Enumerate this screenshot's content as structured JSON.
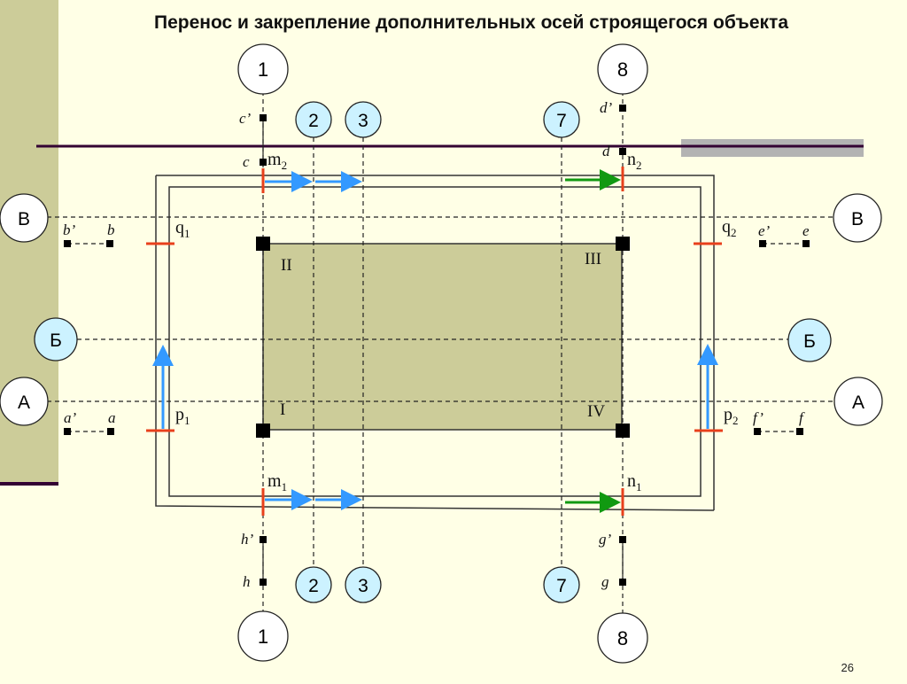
{
  "slide": {
    "title": "Перенос и закрепление дополнительных осей строящегося объекта",
    "page_number": "26"
  },
  "colors": {
    "background": "#FFFFE6",
    "sidebar": "#CCCC99",
    "building_fill": "#CCCC99",
    "axis_bubble_main": "#FFFFFF",
    "axis_bubble_aux": "#CCF2FF",
    "fixing_tick": "#E8401C",
    "arrow_blue": "#3399FF",
    "arrow_green": "#119911",
    "rule_line": "#330033",
    "grey_band": "#B3B3B3"
  },
  "axes": {
    "vertical": [
      {
        "id": "1",
        "kind": "main"
      },
      {
        "id": "2",
        "kind": "aux"
      },
      {
        "id": "3",
        "kind": "aux"
      },
      {
        "id": "7",
        "kind": "aux"
      },
      {
        "id": "8",
        "kind": "main"
      }
    ],
    "horizontal": [
      {
        "id": "В",
        "kind": "main"
      },
      {
        "id": "Б",
        "kind": "aux"
      },
      {
        "id": "А",
        "kind": "main"
      }
    ]
  },
  "corners": [
    "I",
    "II",
    "III",
    "IV"
  ],
  "points": {
    "c_prime": "c’",
    "c": "c",
    "d_prime": "d’",
    "d": "d",
    "h_prime": "h’",
    "h": "h",
    "g_prime": "g’",
    "g": "g",
    "b_prime": "b’",
    "b": "b",
    "a_prime": "a’",
    "a": "a",
    "e_prime": "e’",
    "e": "e",
    "f_prime": "f’",
    "f": "f"
  },
  "marks": {
    "m2": {
      "base": "m",
      "sub": "2"
    },
    "n2": {
      "base": "n",
      "sub": "2"
    },
    "m1": {
      "base": "m",
      "sub": "1"
    },
    "n1": {
      "base": "n",
      "sub": "1"
    },
    "q1": {
      "base": "q",
      "sub": "1"
    },
    "q2": {
      "base": "q",
      "sub": "2"
    },
    "p1": {
      "base": "p",
      "sub": "1"
    },
    "p2": {
      "base": "p",
      "sub": "2"
    }
  }
}
